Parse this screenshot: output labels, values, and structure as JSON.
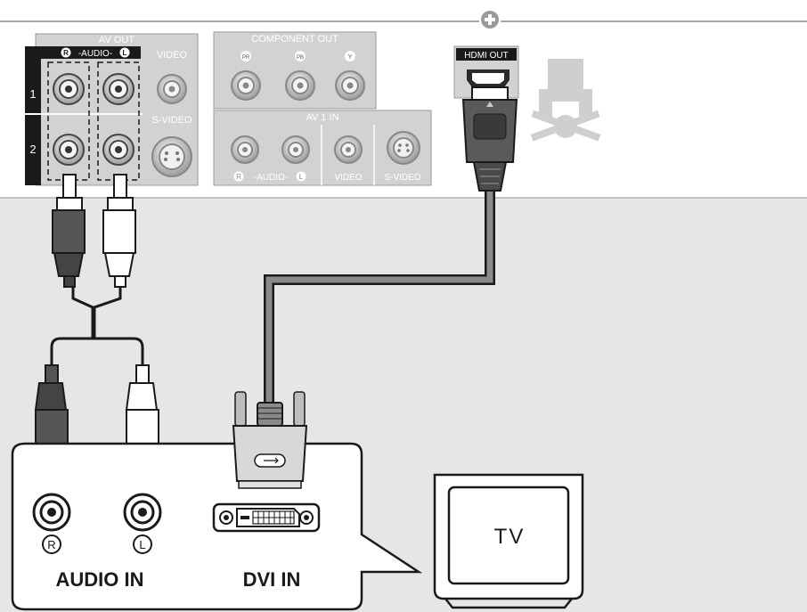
{
  "device_panel": {
    "av_out": {
      "title": "AV OUT",
      "audio_label": "-AUDIO-",
      "audio_r": "R",
      "audio_l": "L",
      "video_label": "VIDEO",
      "svideo_label": "S-VIDEO",
      "row_1": "1",
      "row_2": "2"
    },
    "component_out": {
      "title": "COMPONENT OUT",
      "pr": "PR",
      "pb": "PB",
      "y": "Y"
    },
    "av1_in": {
      "title": "AV 1 IN",
      "audio_label": "-AUDIO-",
      "audio_r": "R",
      "audio_l": "L",
      "video_label": "VIDEO",
      "svideo_label": "S-VIDEO"
    },
    "hdmi_out": "HDMI OUT"
  },
  "tv_panel": {
    "audio_in": "AUDIO IN",
    "dvi_in": "DVI IN",
    "jack_r": "R",
    "jack_l": "L"
  },
  "tv": {
    "label": "TV"
  }
}
